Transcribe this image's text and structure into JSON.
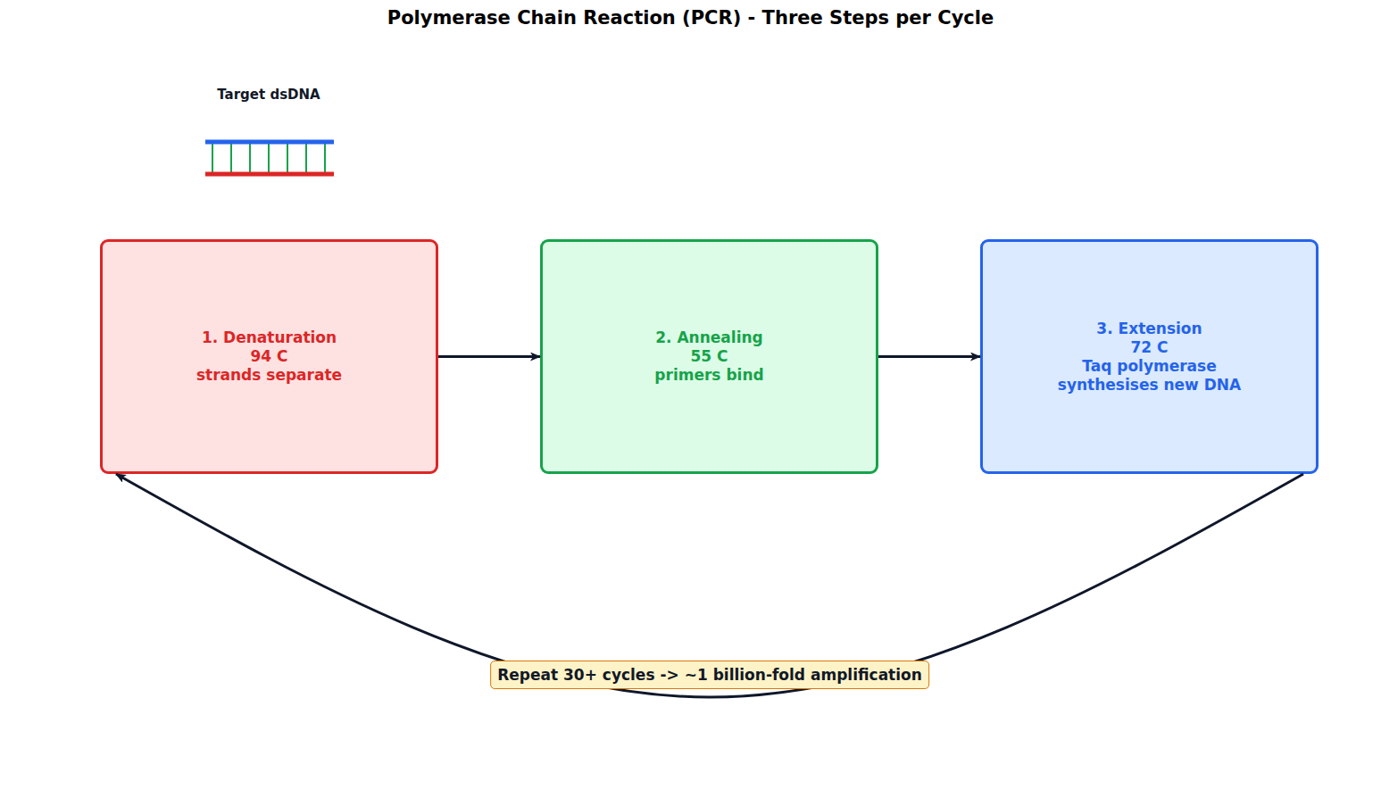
{
  "diagram": {
    "title": "Polymerase Chain Reaction (PCR) - Three Steps per Cycle",
    "nodes": [
      {
        "text": [
          "1. Denaturation",
          "94 C",
          "strands separate"
        ]
      },
      {
        "text": [
          "2. Annealing",
          "55 C",
          "primers bind"
        ]
      },
      {
        "text": [
          "3. Extension",
          "72 C",
          "Taq polymerase synthesises new DNA"
        ]
      }
    ],
    "edges": [
      {
        "from": 0,
        "to": 1,
        "arrow": "to"
      },
      {
        "from": 1,
        "to": 2,
        "arrow": "to"
      },
      {
        "from": 2,
        "to": 0,
        "arrow": "to",
        "label": "Repeat 30+ cycles -> ~1 billion-fold amplification"
      }
    ],
    "labels": [
      "Target dsDNA"
    ]
  }
}
